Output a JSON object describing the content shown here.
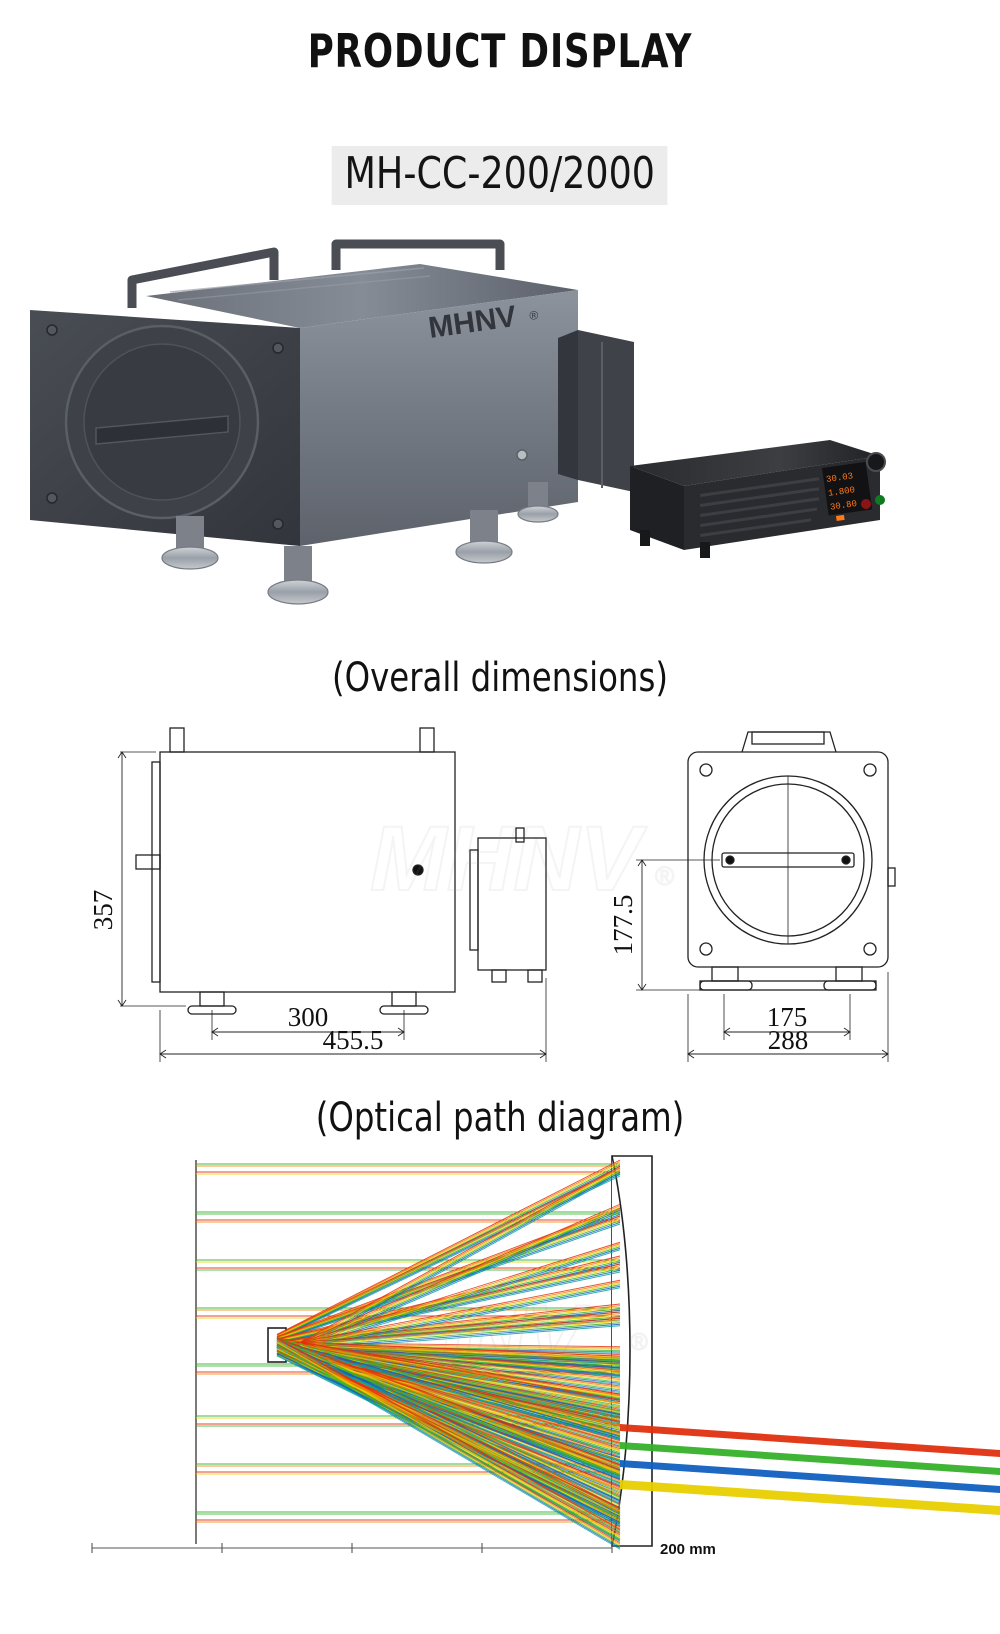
{
  "header": {
    "title": "PRODUCT DISPLAY",
    "model": "MH-CC-200/2000"
  },
  "sections": {
    "dimensions_title": "(Overall dimensions)",
    "optical_title": "(Optical path diagram)"
  },
  "product": {
    "brand": "MHNV",
    "brand_mark": "®",
    "body_color": "#6e737d",
    "end_cap_color": "#3a3d42",
    "handle_color": "#44474d",
    "psu_color": "#1b1b1d",
    "psu_display_color": "#ff7a18",
    "psu_readouts": [
      "30.03",
      "1.800",
      "30.80"
    ],
    "psu_led_green": "#2ecc40",
    "psu_led_red": "#e02020"
  },
  "watermark": {
    "text": "MHNV",
    "mark": "®"
  },
  "dimensions_drawing": {
    "side_view": {
      "height_label": "357",
      "feet_span_label": "300",
      "overall_length_label": "455.5"
    },
    "front_view": {
      "height_label": "177.5",
      "feet_span_label": "175",
      "overall_width_label": "288"
    }
  },
  "optical_diagram": {
    "scale_label": "200 mm",
    "ray_colors": [
      "#e03010",
      "#f08000",
      "#e8d000",
      "#35b02a",
      "#1060c0",
      "#0aa0a0"
    ],
    "detector_label": ""
  },
  "chart_data": {
    "type": "line",
    "title": "(Optical path diagram)",
    "xlabel": "",
    "ylabel": "",
    "scale_bar": "200 mm",
    "series": [
      {
        "name": "red-rays",
        "color": "#e03010"
      },
      {
        "name": "orange-rays",
        "color": "#f08000"
      },
      {
        "name": "yellow-rays",
        "color": "#e8d000"
      },
      {
        "name": "green-rays",
        "color": "#35b02a"
      },
      {
        "name": "blue-rays",
        "color": "#1060c0"
      },
      {
        "name": "cyan-rays",
        "color": "#0aa0a0"
      }
    ]
  }
}
